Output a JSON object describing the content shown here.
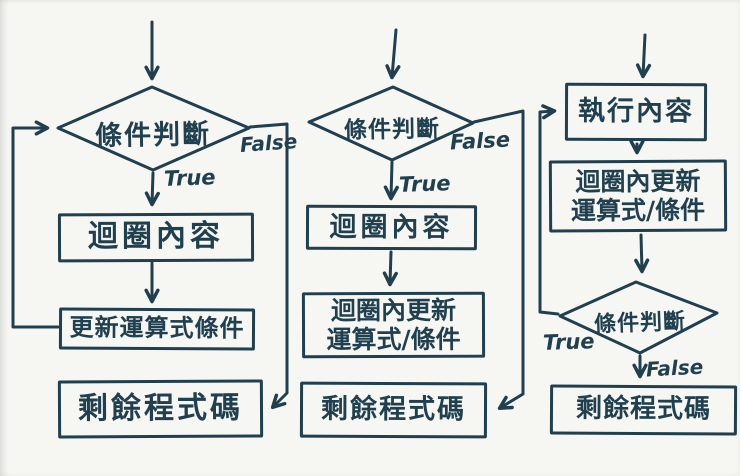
{
  "canvas": {
    "background": "#f6f6f3",
    "ink": "#20404f",
    "description_icons": [
      "down-arrow-icon",
      "decision-diamond-icon",
      "process-box-icon"
    ]
  },
  "charts": [
    {
      "condition": "條件判斷",
      "true_label": "True",
      "false_label": "False",
      "loop_body": "迴圈內容",
      "update": "更新運算式條件",
      "rest": "剩餘程式碼"
    },
    {
      "condition": "條件判斷",
      "true_label": "True",
      "false_label": "False",
      "loop_body": "迴圈內容",
      "update_line1": "迴圈內更新",
      "update_line2": "運算式/條件",
      "rest": "剩餘程式碼"
    },
    {
      "execute": "執行內容",
      "update_line1": "迴圈內更新",
      "update_line2": "運算式/條件",
      "condition": "條件判斷",
      "true_label": "True",
      "false_label": "False",
      "rest": "剩餘程式碼"
    }
  ]
}
